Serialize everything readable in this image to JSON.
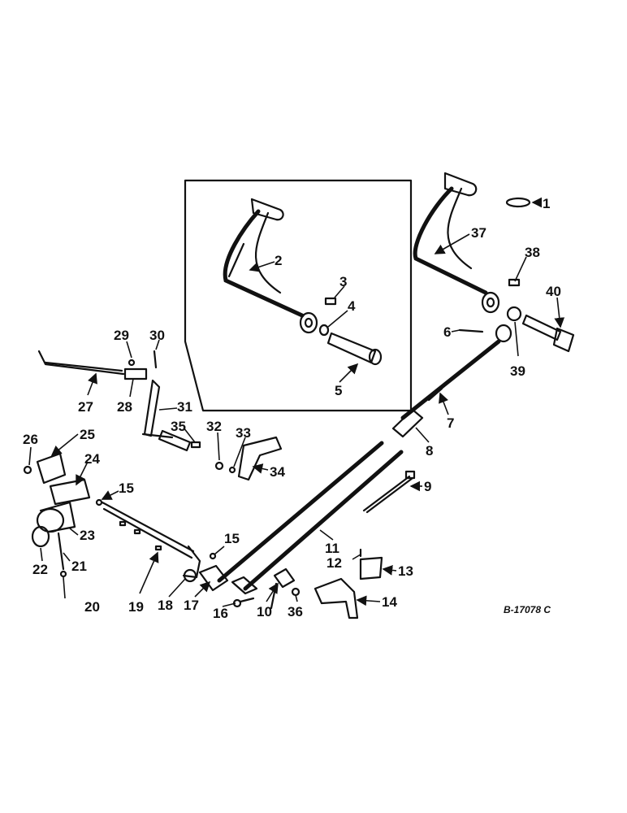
{
  "reference_code": "B-17078 C",
  "callouts": [
    "1",
    "2",
    "3",
    "4",
    "5",
    "6",
    "7",
    "8",
    "9",
    "10",
    "11",
    "12",
    "13",
    "14",
    "15",
    "15",
    "16",
    "17",
    "18",
    "19",
    "20",
    "21",
    "22",
    "23",
    "24",
    "25",
    "26",
    "27",
    "28",
    "29",
    "30",
    "31",
    "32",
    "33",
    "34",
    "35",
    "36",
    "37",
    "38",
    "39",
    "40"
  ]
}
